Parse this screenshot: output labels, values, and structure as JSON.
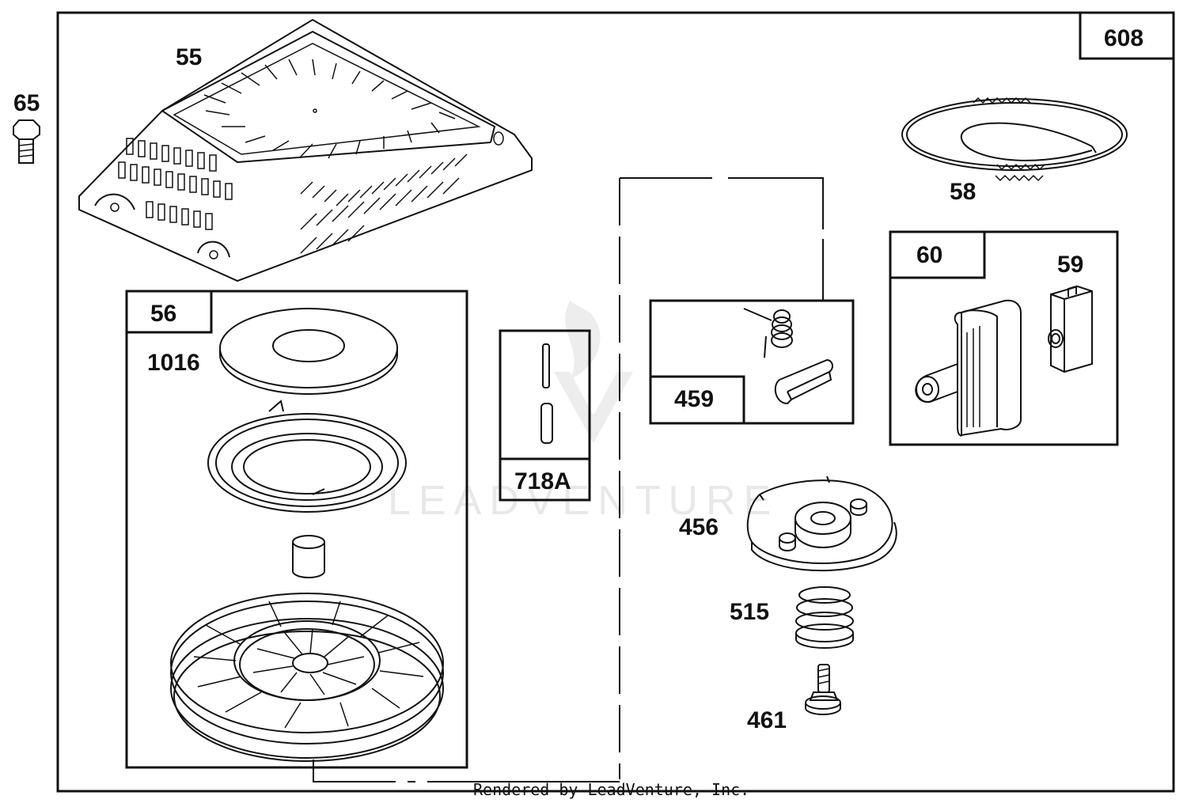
{
  "diagram": {
    "part_labels": {
      "p608": "608",
      "p65": "65",
      "p55": "55",
      "p56": "56",
      "p1016": "1016",
      "p718a": "718A",
      "p459": "459",
      "p58": "58",
      "p60": "60",
      "p59": "59",
      "p456": "456",
      "p515": "515",
      "p461": "461"
    },
    "watermark": "LEADVENTURE",
    "footer": "Rendered by LeadVenture, Inc."
  }
}
